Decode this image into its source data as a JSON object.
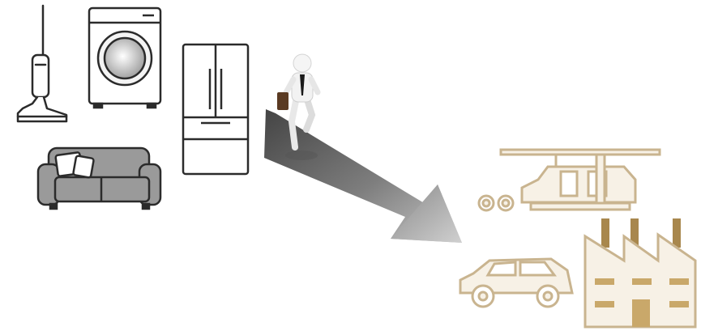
{
  "illustration": {
    "left_group": [
      "stick-vacuum",
      "washing-machine",
      "refrigerator",
      "sofa"
    ],
    "center": [
      "businessman-walking",
      "downward-arrow"
    ],
    "right_group": [
      "car-assembly-line",
      "car",
      "factory"
    ]
  },
  "colors": {
    "appliance_stroke": "#2b2b2b",
    "sofa_fill": "#9a9a9a",
    "industry_stroke": "#c9b48f",
    "industry_fill": "#f7f1e6",
    "factory_chimney": "#a8874d",
    "arrow_dark": "#3c3c3c",
    "arrow_light": "#b9b9b9"
  }
}
